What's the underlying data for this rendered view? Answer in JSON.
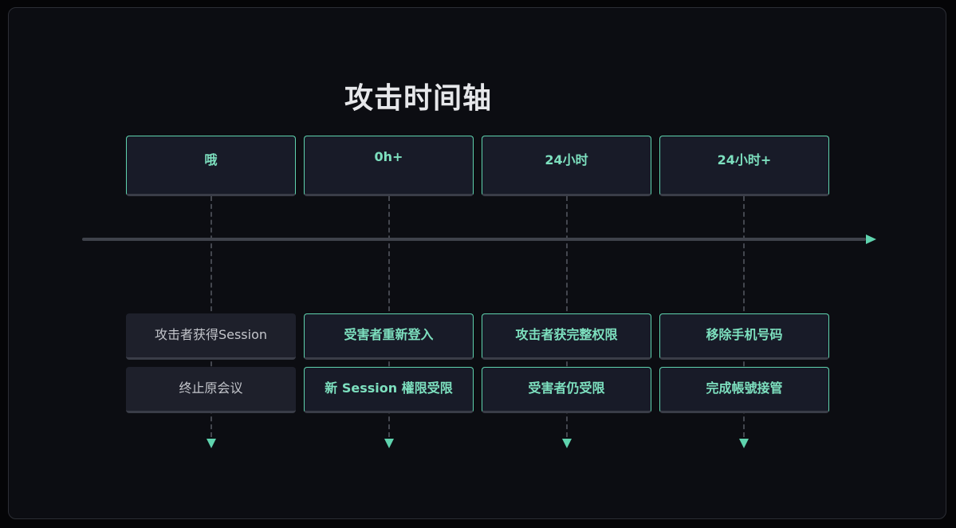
{
  "title": "攻击时间轴",
  "phases": [
    {
      "label": "哦"
    },
    {
      "label": "0h+"
    },
    {
      "label": "24小时"
    },
    {
      "label": "24小时+"
    }
  ],
  "events": [
    {
      "row1": "攻击者获得Session",
      "row2": "终止原会议"
    },
    {
      "row1": "受害者重新登入",
      "row2": "新 Session 權限受限"
    },
    {
      "row1": "攻击者获完整权限",
      "row2": "受害者仍受限"
    },
    {
      "row1": "移除手机号码",
      "row2": "完成帳號接管"
    }
  ],
  "colors": {
    "accent": "#5fd3ae",
    "background": "#0c0d12",
    "card": "#181b28",
    "muted_card": "#1e202b"
  }
}
